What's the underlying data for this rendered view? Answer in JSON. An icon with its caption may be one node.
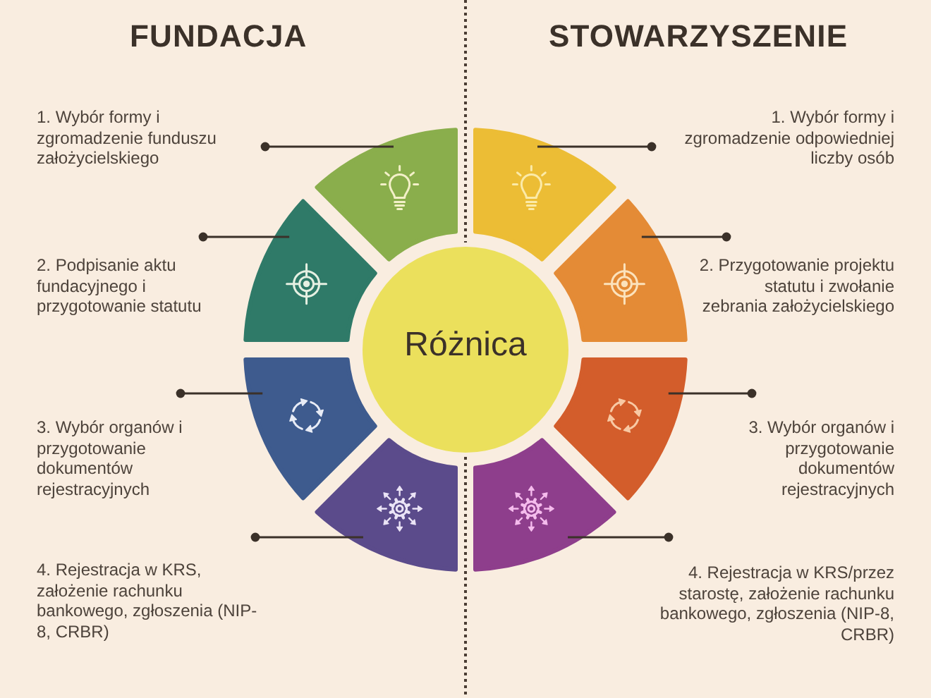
{
  "diagram": {
    "nodes": [
      {
        "text": [
          "Różnica"
        ]
      },
      {
        "text": [
          "1. Wybór formy i zgromadzenie funduszu założycielskiego"
        ]
      },
      {
        "text": [
          "2. Podpisanie aktu fundacyjnego i przygotowanie statutu"
        ]
      },
      {
        "text": [
          "3. Wybór organów i przygotowanie dokumentów rejestracyjnych"
        ]
      },
      {
        "text": [
          "4. Rejestracja w KRS, założenie rachunku bankowego, zgłoszenia (NIP-8, CRBR)"
        ]
      },
      {
        "text": [
          "1. Wybór formy i zgromadzenie odpowiedniej liczby osób"
        ]
      },
      {
        "text": [
          "2. Przygotowanie projektu statutu i zwołanie zebrania założycielskiego"
        ]
      },
      {
        "text": [
          "3. Wybór organów i przygotowanie dokumentów rejestracyjnych"
        ]
      },
      {
        "text": [
          "4. Rejestracja w KRS/przez starostę, założenie rachunku bankowego, zgłoszenia (NIP-8, CRBR)"
        ]
      },
      {
        "text": [],
        "shape": "sector"
      },
      {
        "text": [],
        "shape": "sector"
      },
      {
        "text": [],
        "shape": "sector"
      },
      {
        "text": [],
        "shape": "sector"
      },
      {
        "text": [],
        "shape": "sector"
      },
      {
        "text": [],
        "shape": "sector"
      },
      {
        "text": [],
        "shape": "sector"
      },
      {
        "text": [],
        "shape": "sector"
      }
    ],
    "edges": [
      {
        "from": 1,
        "to": 9,
        "arrow": "other"
      },
      {
        "from": 2,
        "to": 10,
        "arrow": "other"
      },
      {
        "from": 3,
        "to": 11,
        "arrow": "other"
      },
      {
        "from": 4,
        "to": 12,
        "arrow": "other"
      },
      {
        "from": 5,
        "to": 13,
        "arrow": "other"
      },
      {
        "from": 6,
        "to": 14,
        "arrow": "other"
      },
      {
        "from": 7,
        "to": 15,
        "arrow": "other"
      },
      {
        "from": 8,
        "to": 16,
        "arrow": "other"
      }
    ],
    "labels": [
      "FUNDACJA",
      "STOWARZYSZENIE"
    ]
  }
}
